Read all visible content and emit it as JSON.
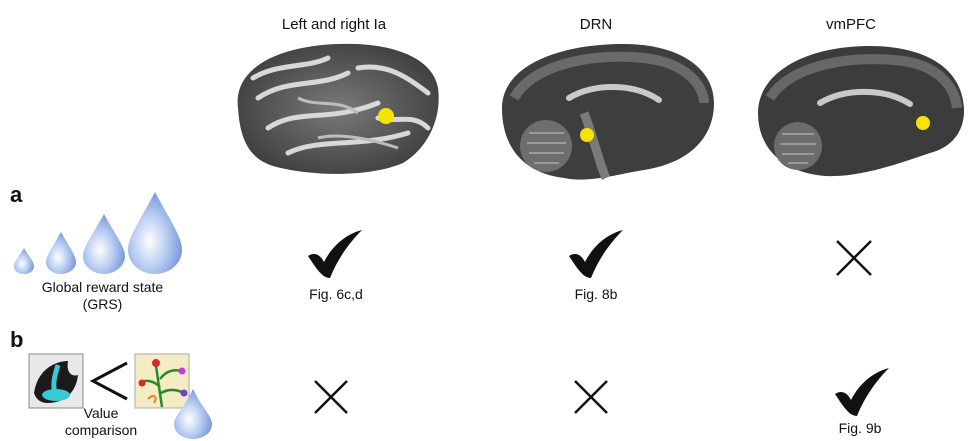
{
  "columns": [
    {
      "title": "Left and right Ia"
    },
    {
      "title": "DRN"
    },
    {
      "title": "vmPFC"
    }
  ],
  "rows": [
    {
      "letter": "a",
      "caption_line1": "Global reward state",
      "caption_line2": "(GRS)",
      "results": [
        {
          "mark": "check",
          "ref": "Fig. 6c,d"
        },
        {
          "mark": "check",
          "ref": "Fig. 8b"
        },
        {
          "mark": "cross",
          "ref": ""
        }
      ]
    },
    {
      "letter": "b",
      "caption_line1": "Value",
      "caption_line2": "comparison",
      "results": [
        {
          "mark": "cross",
          "ref": ""
        },
        {
          "mark": "cross",
          "ref": ""
        },
        {
          "mark": "check",
          "ref": "Fig. 9b"
        }
      ]
    }
  ],
  "colors": {
    "marker": "#f5e400",
    "drop": "#8fb0ea",
    "check": "#111111"
  }
}
